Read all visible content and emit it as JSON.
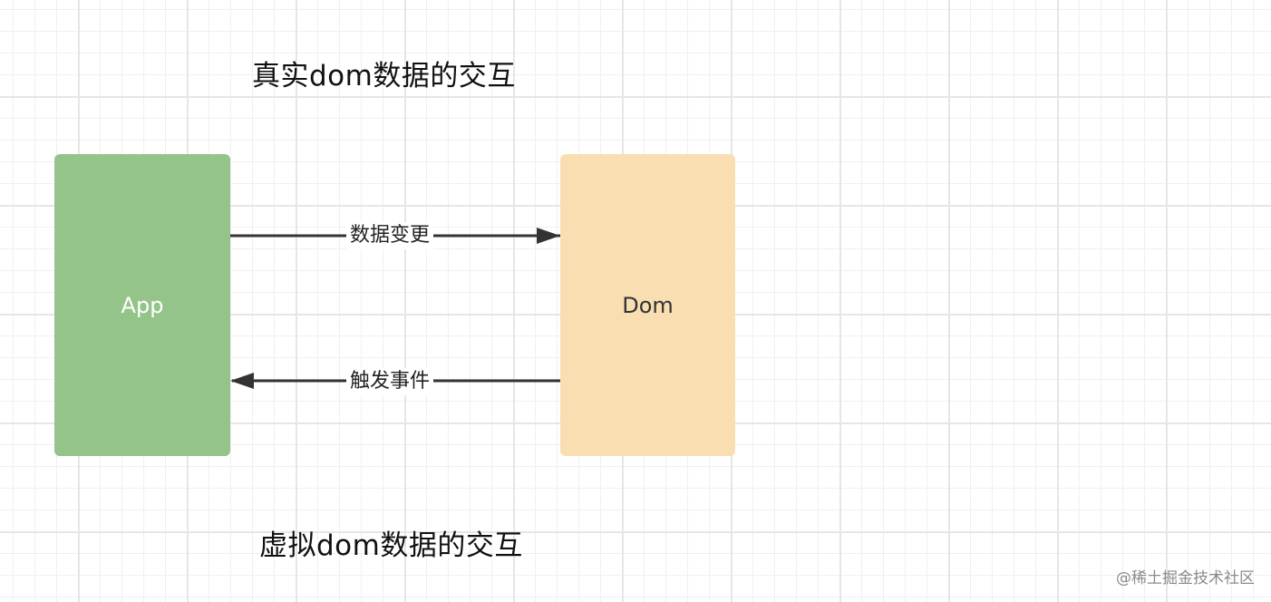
{
  "diagram": {
    "title_top": "真实dom数据的交互",
    "title_bottom": "虚拟dom数据的交互",
    "nodes": {
      "app": {
        "label": "App",
        "color": "#94c48a"
      },
      "dom": {
        "label": "Dom",
        "color": "#f8deb1"
      }
    },
    "edges": {
      "data_change": {
        "label": "数据变更",
        "from": "App",
        "to": "Dom"
      },
      "trigger_event": {
        "label": "触发事件",
        "from": "Dom",
        "to": "App"
      }
    },
    "arrow_color": "#333333"
  },
  "watermark": "@稀土掘金技术社区"
}
